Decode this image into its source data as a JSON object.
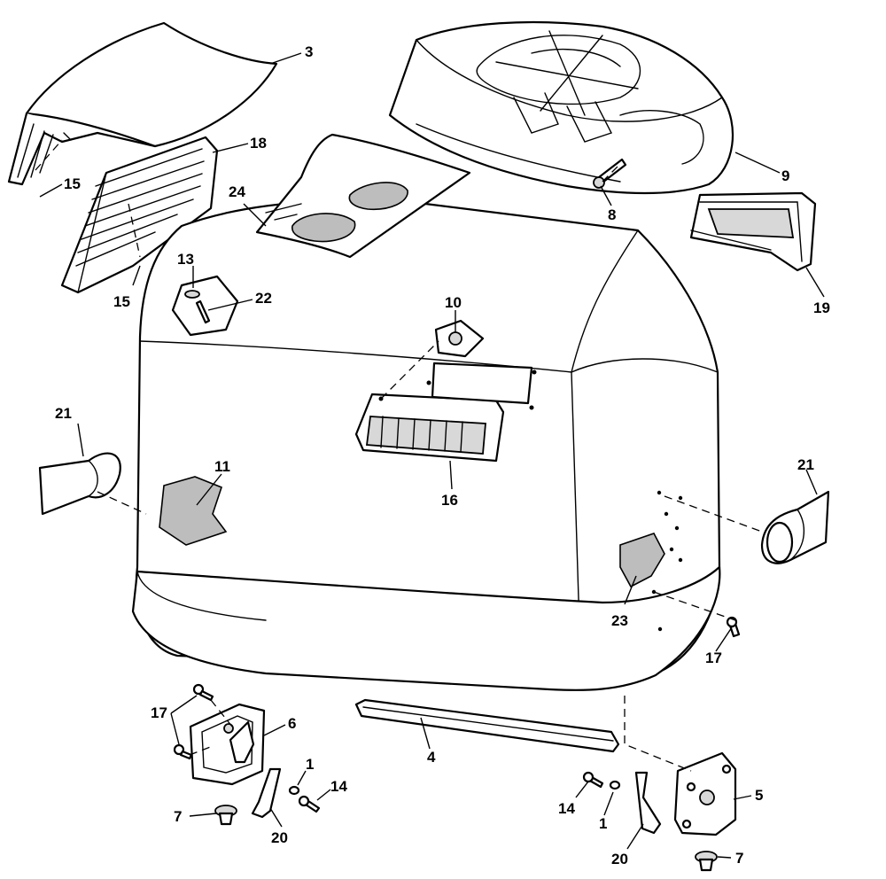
{
  "callouts": [
    {
      "id": "c-3",
      "label": "3"
    },
    {
      "id": "c-9",
      "label": "9"
    },
    {
      "id": "c-18",
      "label": "18"
    },
    {
      "id": "c-15a",
      "label": "15"
    },
    {
      "id": "c-15b",
      "label": "15"
    },
    {
      "id": "c-24",
      "label": "24"
    },
    {
      "id": "c-8",
      "label": "8"
    },
    {
      "id": "c-13",
      "label": "13"
    },
    {
      "id": "c-22",
      "label": "22"
    },
    {
      "id": "c-10",
      "label": "10"
    },
    {
      "id": "c-19",
      "label": "19"
    },
    {
      "id": "c-21a",
      "label": "21"
    },
    {
      "id": "c-21b",
      "label": "21"
    },
    {
      "id": "c-11",
      "label": "11"
    },
    {
      "id": "c-16",
      "label": "16"
    },
    {
      "id": "c-23",
      "label": "23"
    },
    {
      "id": "c-17a",
      "label": "17"
    },
    {
      "id": "c-17b",
      "label": "17"
    },
    {
      "id": "c-6",
      "label": "6"
    },
    {
      "id": "c-4",
      "label": "4"
    },
    {
      "id": "c-1a",
      "label": "1"
    },
    {
      "id": "c-14a",
      "label": "14"
    },
    {
      "id": "c-7a",
      "label": "7"
    },
    {
      "id": "c-20a",
      "label": "20"
    },
    {
      "id": "c-14b",
      "label": "14"
    },
    {
      "id": "c-1b",
      "label": "1"
    },
    {
      "id": "c-5",
      "label": "5"
    },
    {
      "id": "c-20b",
      "label": "20"
    },
    {
      "id": "c-7b",
      "label": "7"
    }
  ]
}
